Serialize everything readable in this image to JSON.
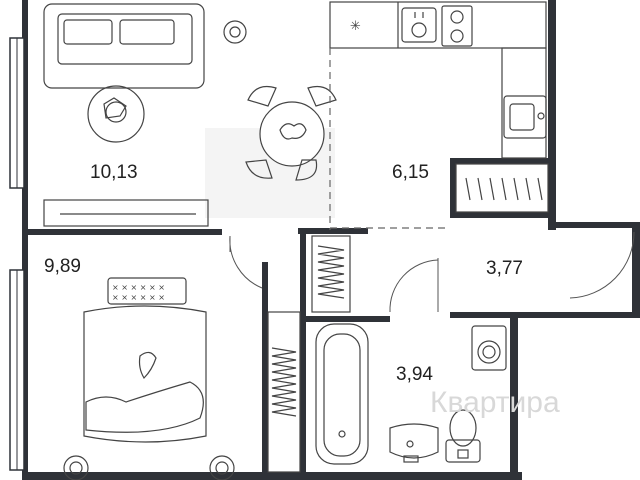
{
  "plan": {
    "rooms": [
      {
        "id": "living",
        "area": "10,13"
      },
      {
        "id": "kitchen",
        "area": "6,15"
      },
      {
        "id": "bedroom",
        "area": "9,89"
      },
      {
        "id": "hall",
        "area": "3,77"
      },
      {
        "id": "bathroom",
        "area": "3,94"
      }
    ],
    "watermark": "Квартира",
    "colors": {
      "wall": "#2f3238",
      "line": "#444444",
      "background": "#ffffff"
    }
  }
}
